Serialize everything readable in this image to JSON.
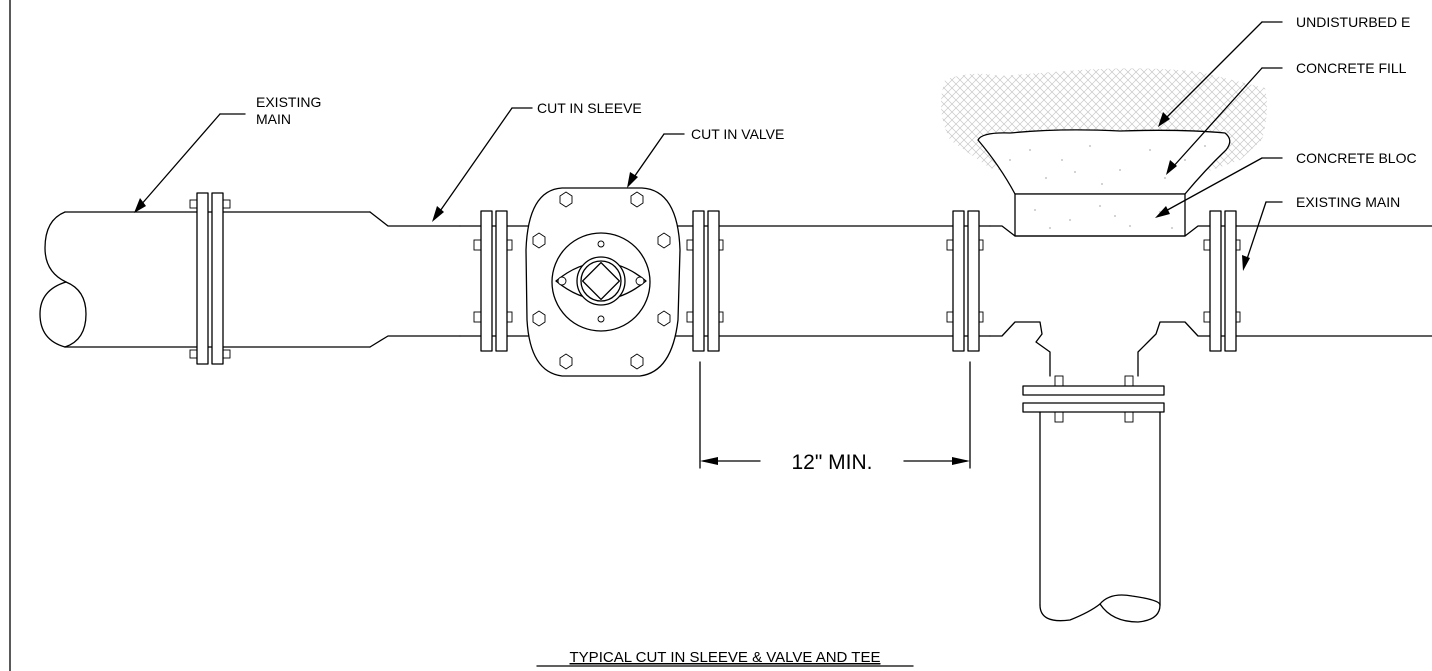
{
  "labels": {
    "existing_main_left_line1": "EXISTING",
    "existing_main_left_line2": "MAIN",
    "cut_in_sleeve": "CUT IN SLEEVE",
    "cut_in_valve": "CUT IN VALVE",
    "undisturbed_earth": "UNDISTURBED E",
    "concrete_fill": "CONCRETE FILL",
    "concrete_block": "CONCRETE BLOC",
    "existing_main_right": "EXISTING MAIN"
  },
  "dimension": "12\" MIN.",
  "title": "TYPICAL CUT IN SLEEVE & VALVE AND TEE",
  "colors": {
    "line": "#000000",
    "background": "#ffffff",
    "hatch": "#c8c8c8",
    "concrete": "#b4b4b4"
  }
}
